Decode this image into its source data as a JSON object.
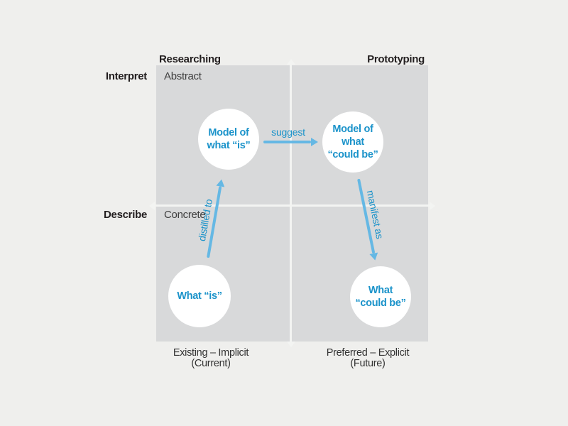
{
  "colors": {
    "background": "#efefed",
    "quadrant_fill": "#d8d9da",
    "axis_white": "#f3f4f2",
    "node_fill": "#ffffff",
    "node_text_blue": "#1b93ca",
    "arrow_blue": "#65b8e4",
    "dark_text": "#231f20"
  },
  "quadrant_model": {
    "column_headers": {
      "left": "Researching",
      "right": "Prototyping"
    },
    "row_labels": {
      "top_outer": "Interpret",
      "top_inner": "Abstract",
      "bottom_outer": "Describe",
      "bottom_inner": "Concrete"
    },
    "bottom_captions": {
      "left_line1": "Existing – Implicit",
      "left_line2": "(Current)",
      "right_line1": "Preferred – Explicit",
      "right_line2": "(Future)"
    },
    "nodes": {
      "model_of_what_is": "Model of\nwhat “is”",
      "model_of_what_could_be": "Model of\nwhat\n“could be”",
      "what_is": "What “is”",
      "what_could_be": "What\n“could be”"
    },
    "arrows": {
      "suggest": "suggest",
      "distilled_to": "distilled to",
      "manifest_as": "manifest as"
    }
  }
}
